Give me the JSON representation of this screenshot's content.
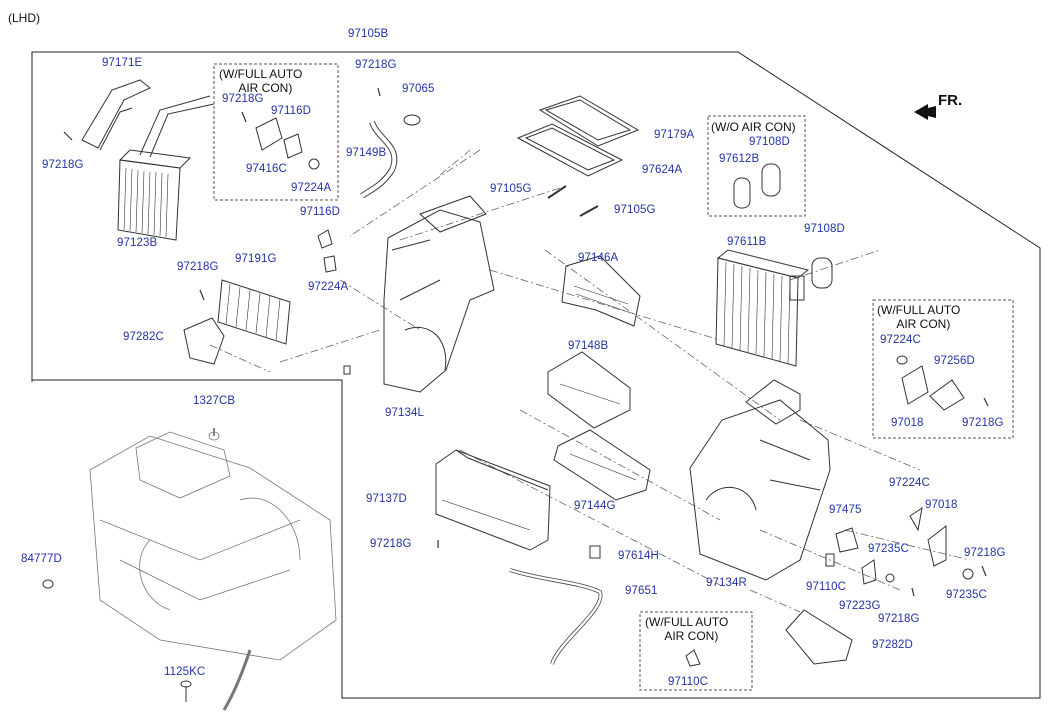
{
  "variant_tag": "(LHD)",
  "direction_label": "FR.",
  "notes": {
    "full_auto_top": "(W/FULL AUTO\n      AIR CON)",
    "wo_air_con": "(W/O AIR CON)",
    "full_auto_right": "(W/FULL AUTO\n      AIR CON)",
    "full_auto_bottom": "(W/FULL AUTO\n      AIR CON)"
  },
  "part_numbers": [
    "97105B",
    "97171E",
    "97218G",
    "97123B",
    "97218G",
    "97416C",
    "97116D",
    "97224A",
    "97218G",
    "97065",
    "97149B",
    "97179A",
    "97624A",
    "97105G",
    "97105G",
    "97612B",
    "97108D",
    "97108D",
    "97611B",
    "97116D",
    "97224A",
    "97218G",
    "97191G",
    "97282C",
    "97134L",
    "97146A",
    "97148B",
    "97224C",
    "97256D",
    "97018",
    "97218G",
    "97137D",
    "97218G",
    "97144G",
    "97614H",
    "97651",
    "97134R",
    "97475",
    "97224C",
    "97018",
    "97235C",
    "97218G",
    "97110C",
    "97223G",
    "97235C",
    "97218G",
    "97282D",
    "97110C",
    "1327CB",
    "84777D",
    "1125KC"
  ]
}
